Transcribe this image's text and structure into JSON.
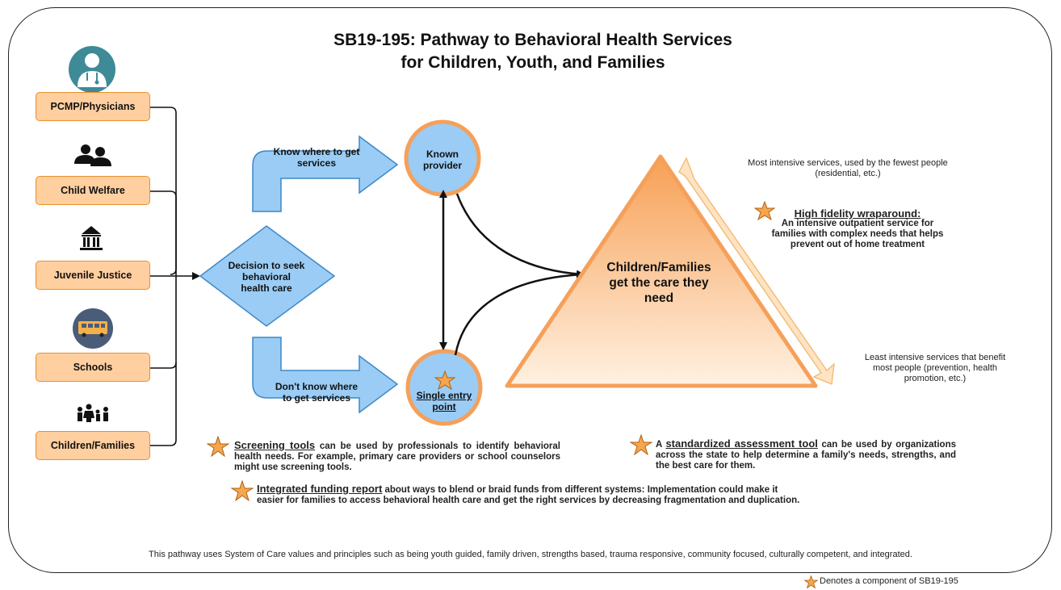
{
  "title_line1": "SB19-195: Pathway to Behavioral Health Services",
  "title_line2": "for Children, Youth, and Families",
  "sources": [
    {
      "label": "PCMP/Physicians",
      "icon": "doctor-icon"
    },
    {
      "label": "Child Welfare",
      "icon": "people-icon"
    },
    {
      "label": "Juvenile Justice",
      "icon": "courthouse-icon"
    },
    {
      "label": "Schools",
      "icon": "school-bus-icon"
    },
    {
      "label": "Children/Families",
      "icon": "family-icon"
    }
  ],
  "decision": {
    "line1": "Decision to  seek",
    "line2": "behavioral",
    "line3": "health care"
  },
  "know_arrow": {
    "line1": "Know where to get",
    "line2": "services"
  },
  "dont_know_arrow": {
    "line1": "Don't know where",
    "line2": "to get services"
  },
  "known_provider": {
    "line1": "Known",
    "line2": "provider"
  },
  "single_entry": {
    "line1": "Single entry",
    "line2": "point"
  },
  "triangle_text": {
    "line1": "Children/Families",
    "line2": "get the care they",
    "line3": "need"
  },
  "most_intensive": {
    "line1": "Most intensive services, used by the fewest people",
    "line2": "(residential, etc.)"
  },
  "wraparound": {
    "heading": "High fidelity wraparound:",
    "line1": "An intensive outpatient service for",
    "line2": "families with complex needs that helps",
    "line3": "prevent out of home treatment"
  },
  "least_intensive": {
    "line1": "Least intensive services that benefit",
    "line2": "most people (prevention, health",
    "line3": "promotion, etc.)"
  },
  "screening": {
    "heading": "Screening tools",
    "text": " can be used by professionals to identify behavioral health needs. For example, primary care providers or school counselors might use screening tools."
  },
  "assessment": {
    "prefix": "A ",
    "heading": "standardized assessment tool",
    "text": " can be used by organizations across the state to help determine a family's needs, strengths, and the best care for them."
  },
  "funding": {
    "heading": "Integrated funding report",
    "line1": " about ways to blend or braid funds from different systems: Implementation could make it",
    "line2": "easier for families to access behavioral health care and get the right services by decreasing fragmentation and duplication."
  },
  "footer": "This pathway uses System of Care values and principles such as being youth guided, family driven, strengths based, trauma responsive, community focused, culturally competent, and integrated.",
  "legend": "Denotes a component of SB19-195",
  "colors": {
    "box_fill": "#FFCFA0",
    "box_stroke": "#E8902E",
    "blue_fill": "#9ACCF5",
    "blue_stroke": "#3C88C8",
    "orange": "#F5A05A",
    "orange_light": "#FFDDBC",
    "icon_teal": "#3E8A97",
    "icon_slate": "#4A5C78"
  }
}
